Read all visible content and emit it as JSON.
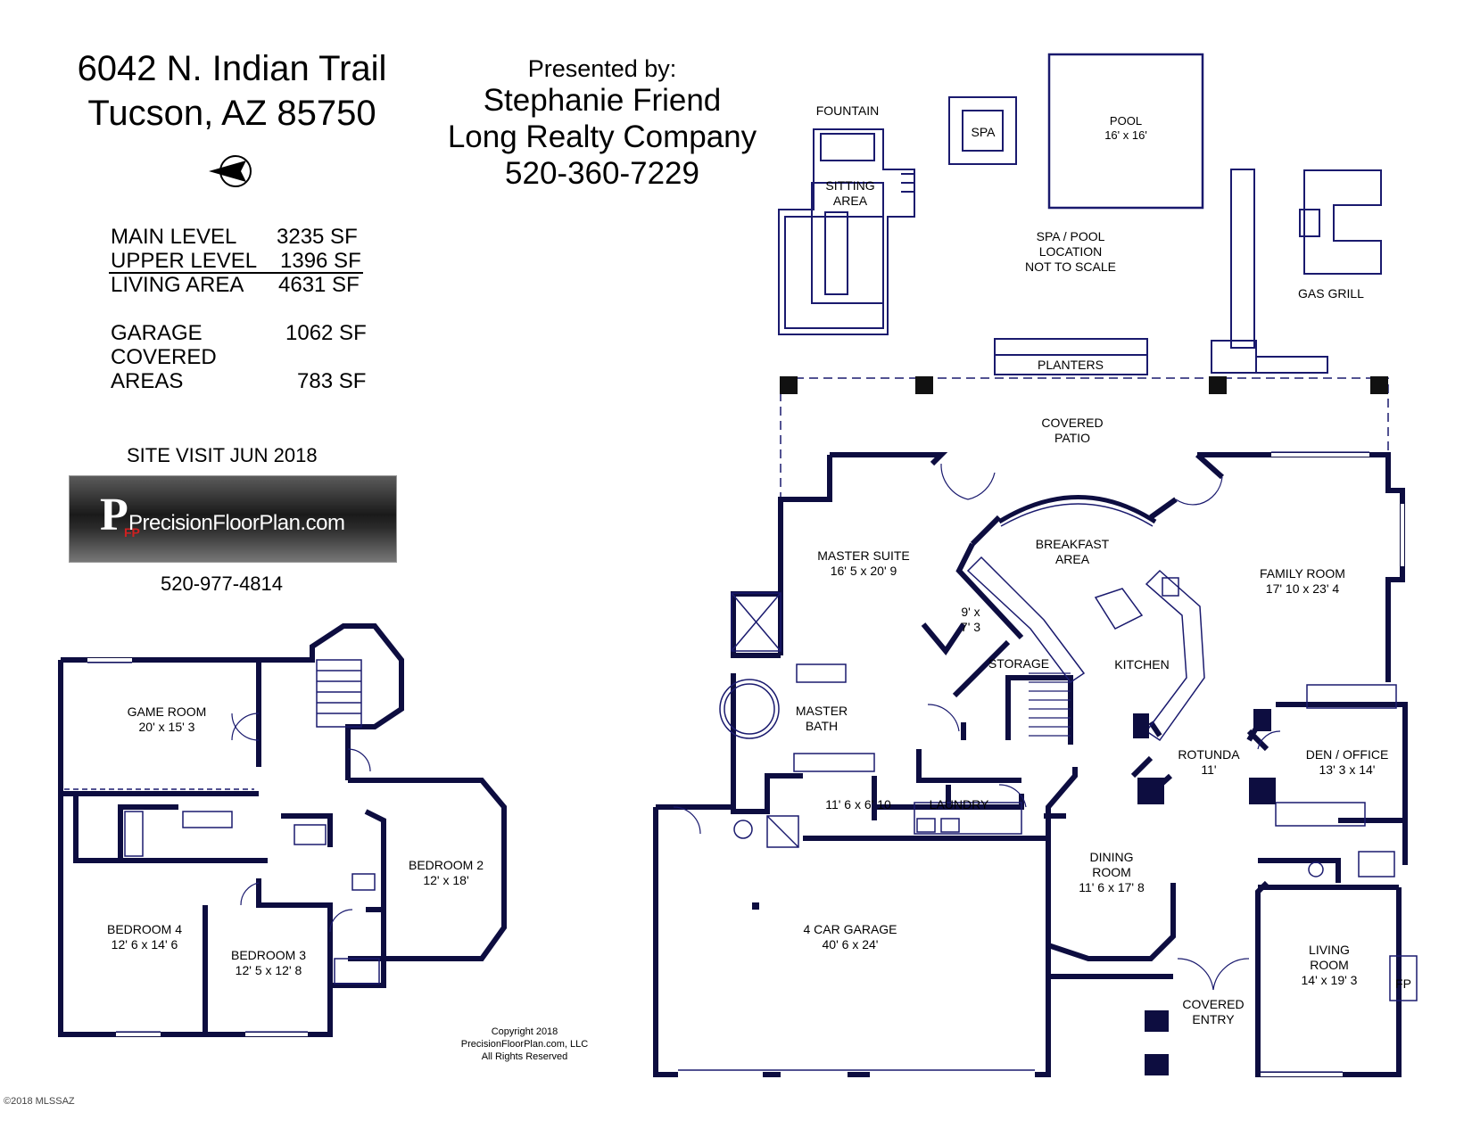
{
  "address": {
    "line1": "6042 N. Indian Trail",
    "line2": "Tucson, AZ  85750"
  },
  "presenter": {
    "heading": "Presented by:",
    "name": "Stephanie Friend",
    "company": "Long Realty Company",
    "phone": "520-360-7229"
  },
  "areas": [
    {
      "label": "MAIN LEVEL",
      "value": "3235 SF"
    },
    {
      "label": "UPPER LEVEL",
      "value": "1396 SF"
    },
    {
      "label": "LIVING AREA",
      "value": "4631 SF"
    },
    {
      "label": "GARAGE",
      "value": "1062 SF"
    },
    {
      "label": "COVERED",
      "value": ""
    },
    {
      "label": "AREAS",
      "value": "783 SF"
    }
  ],
  "site_visit": "SITE VISIT JUN 2018",
  "logo": {
    "letter": "P",
    "sub": "FP",
    "text": "PrecisionFloorPlan.com"
  },
  "floorplan_phone": "520-977-4814",
  "copyright": {
    "line1": "Copyright 2018",
    "line2": "PrecisionFloorPlan.com, LLC",
    "line3": "All Rights Reserved"
  },
  "mls": "©2018 MLSSAZ",
  "outdoor": {
    "fountain": "FOUNTAIN",
    "sitting": [
      "SITTING",
      "AREA"
    ],
    "spa": "SPA",
    "pool": [
      "POOL",
      "16' x 16'"
    ],
    "spa_pool_note": [
      "SPA / POOL",
      "LOCATION",
      "NOT TO SCALE"
    ],
    "gas_grill": "GAS GRILL",
    "planters": "PLANTERS",
    "covered_patio": [
      "COVERED",
      "PATIO"
    ]
  },
  "rooms_main": {
    "master_suite": [
      "MASTER SUITE",
      "16' 5 x 20' 9"
    ],
    "breakfast": [
      "BREAKFAST",
      "AREA"
    ],
    "family_room": [
      "FAMILY ROOM",
      "17' 10 x 23' 4"
    ],
    "closet": [
      "9' x",
      "7' 3"
    ],
    "storage": "STORAGE",
    "kitchen": "KITCHEN",
    "master_bath": [
      "MASTER",
      "BATH"
    ],
    "rotunda": [
      "ROTUNDA",
      "11'"
    ],
    "den": [
      "DEN / OFFICE",
      "13' 3 x 14'"
    ],
    "closet2": "11' 6 x 6' 10",
    "laundry": "LAUNDRY",
    "dining": [
      "DINING",
      "ROOM",
      "11' 6 x 17' 8"
    ],
    "garage": [
      "4 CAR GARAGE",
      "40' 6 x 24'"
    ],
    "living": [
      "LIVING",
      "ROOM",
      "14'  x 19' 3"
    ],
    "fp": "FP",
    "covered_entry": [
      "COVERED",
      "ENTRY"
    ]
  },
  "rooms_upper": {
    "game_room": [
      "GAME ROOM",
      "20' x 15' 3"
    ],
    "bedroom2": [
      "BEDROOM 2",
      "12' x 18'"
    ],
    "bedroom4": [
      "BEDROOM 4",
      "12' 6 x 14' 6"
    ],
    "bedroom3": [
      "BEDROOM 3",
      "12' 5 x 12' 8"
    ]
  }
}
